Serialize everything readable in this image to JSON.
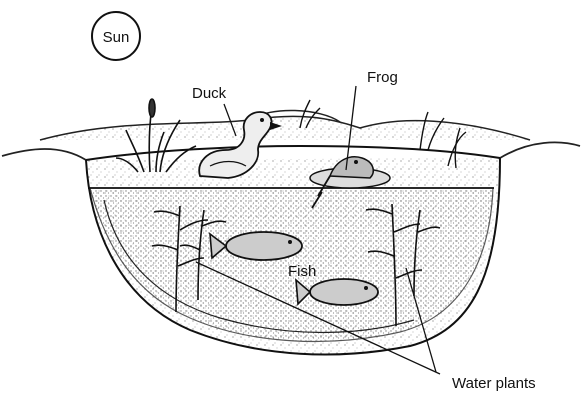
{
  "labels": {
    "sun": "Sun",
    "duck": "Duck",
    "frog": "Frog",
    "fish": "Fish",
    "water_plants": "Water plants"
  }
}
